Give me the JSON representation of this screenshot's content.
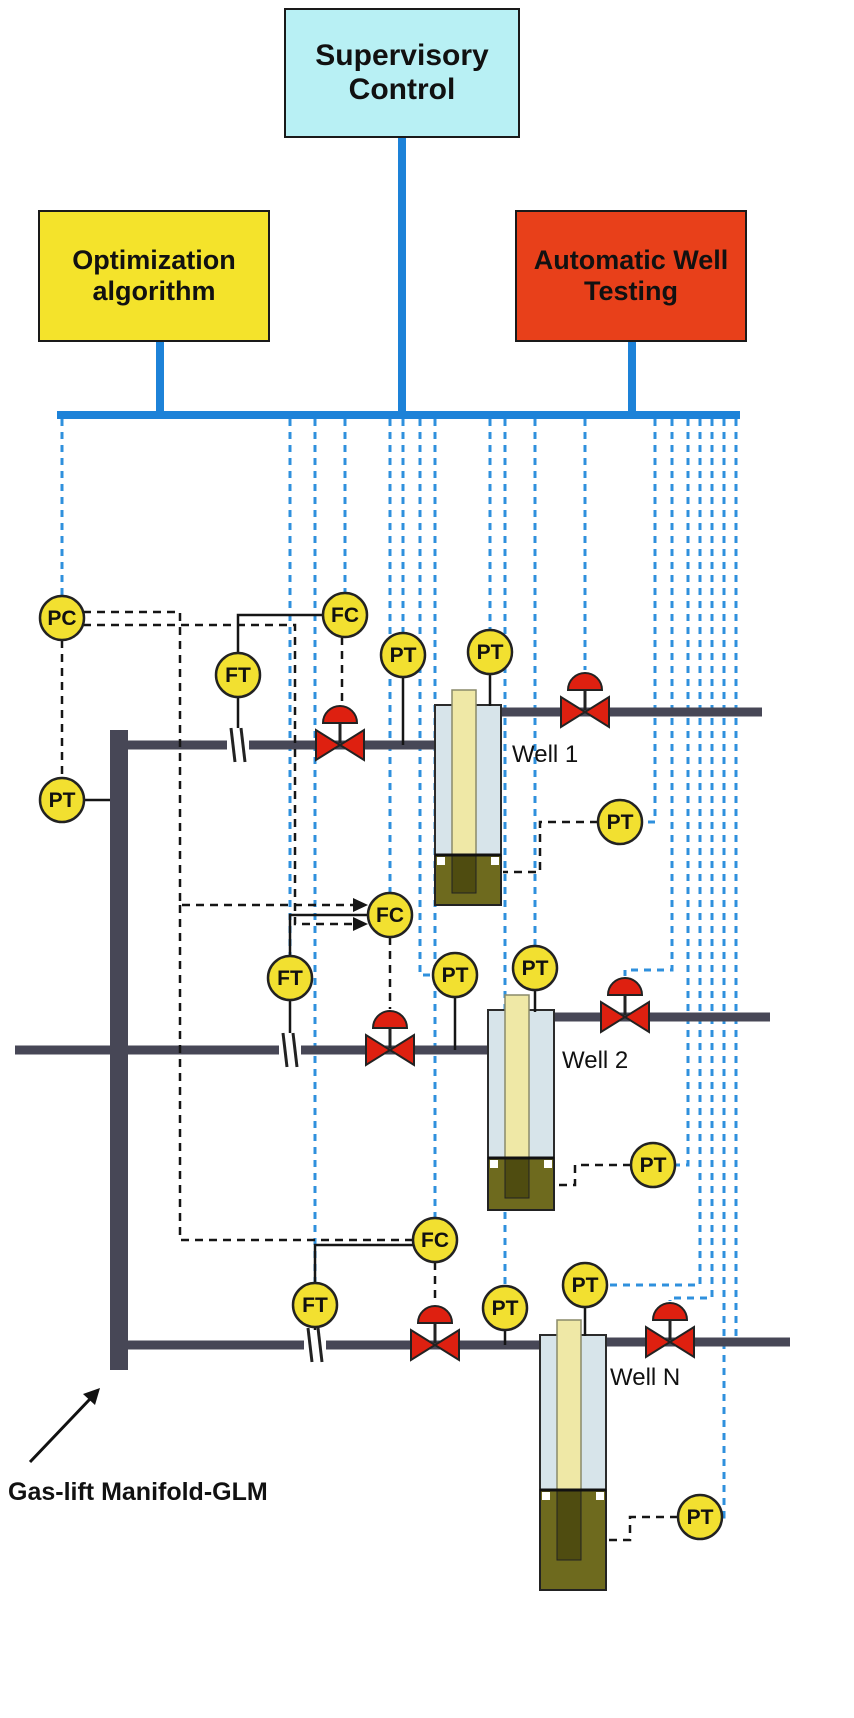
{
  "boxes": {
    "supervisory": {
      "label": "Supervisory\nControl",
      "fill": "#b8f0f4"
    },
    "optimization": {
      "label": "Optimization\nalgorithm",
      "fill": "#f4e32b"
    },
    "well_testing": {
      "label": "Automatic Well\nTesting",
      "fill": "#e8401a"
    }
  },
  "instruments": {
    "pc_manifold": "PC",
    "pt_manifold": "PT",
    "ft_well1": "FT",
    "fc_well1": "FC",
    "pt_well1_injection": "PT",
    "pt_well1_wellhead": "PT",
    "pt_well1_bottomhole": "PT",
    "ft_well2": "FT",
    "fc_well2": "FC",
    "pt_well2_injection": "PT",
    "pt_well2_wellhead": "PT",
    "pt_well2_bottomhole": "PT",
    "ft_welln": "FT",
    "fc_welln": "FC",
    "pt_welln_injection": "PT",
    "pt_welln_wellhead": "PT",
    "pt_welln_bottomhole": "PT"
  },
  "wells": {
    "well1": "Well 1",
    "well2": "Well 2",
    "welln": "Well N"
  },
  "annotations": {
    "manifold_label": "Gas-lift Manifold-GLM"
  },
  "colors": {
    "bus_blue": "#1d82d8",
    "signal_blue": "#2f90dd",
    "instrument_yellow": "#f2e030",
    "valve_red": "#de2010",
    "pipe_slate": "#474756",
    "well_casing": "#d7e4ea",
    "tubing": "#efe8a6",
    "reservoir_olive": "#6e6a1e"
  }
}
